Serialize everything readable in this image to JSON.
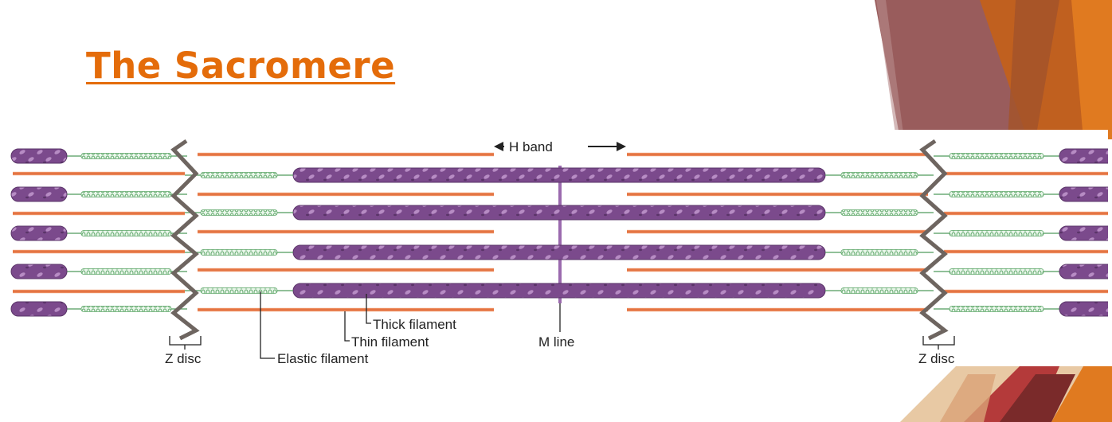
{
  "slide": {
    "title": "The Sacromere"
  },
  "diagram": {
    "labels": {
      "h_band": "H band",
      "thick_filament": "Thick filament",
      "thin_filament": "Thin filament",
      "m_line": "M line",
      "elastic_filament": "Elastic filament",
      "z_disc_left": "Z disc",
      "z_disc_right": "Z disc"
    },
    "colors": {
      "thick": "#7b4a8c",
      "thin": "#e8794a",
      "elastic": "#9fd8a8",
      "zdisc": "#6e6560",
      "accent": "#e46c0a"
    }
  }
}
